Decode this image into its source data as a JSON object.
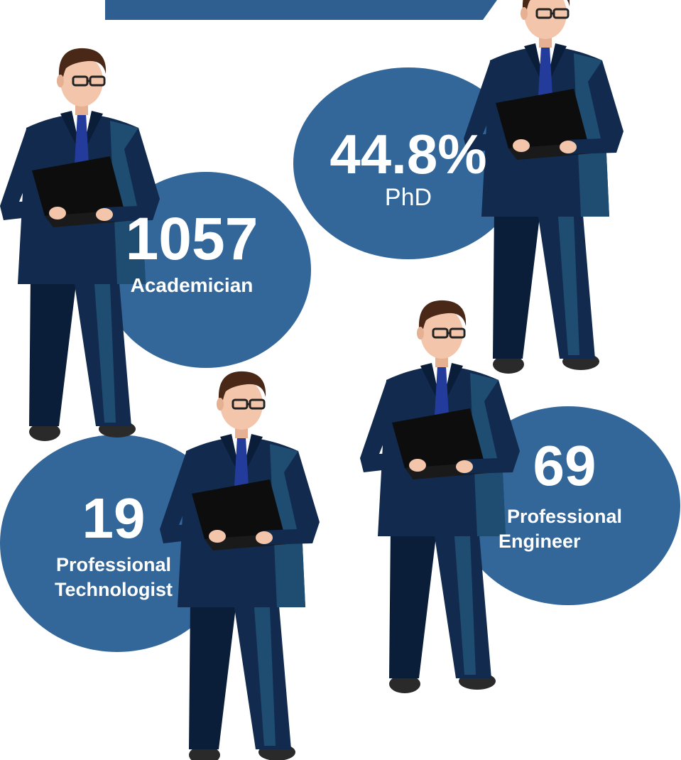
{
  "colors": {
    "bubble": "#336699",
    "banner": "#2f5f91",
    "suit": "#112a4e",
    "suit_dark": "#0b1e39",
    "suit_side": "#1f4d72",
    "tie": "#233c9c",
    "hair": "#4a2817",
    "skin": "#f3c5aa",
    "laptop": "#0d0d0d",
    "shoe": "#2a2a2a"
  },
  "stats": [
    {
      "value": "1057",
      "label": "Academician"
    },
    {
      "value": "44.8%",
      "label": "PhD"
    },
    {
      "value": "19",
      "label_lines": [
        "Professional",
        "Technologist"
      ]
    },
    {
      "value": "69",
      "label_lines": [
        "Professional",
        "Engineer"
      ]
    }
  ],
  "figures": [
    {
      "icon": "businessman-laptop-icon"
    },
    {
      "icon": "businessman-laptop-icon"
    },
    {
      "icon": "businessman-laptop-icon"
    },
    {
      "icon": "businessman-laptop-icon"
    }
  ]
}
